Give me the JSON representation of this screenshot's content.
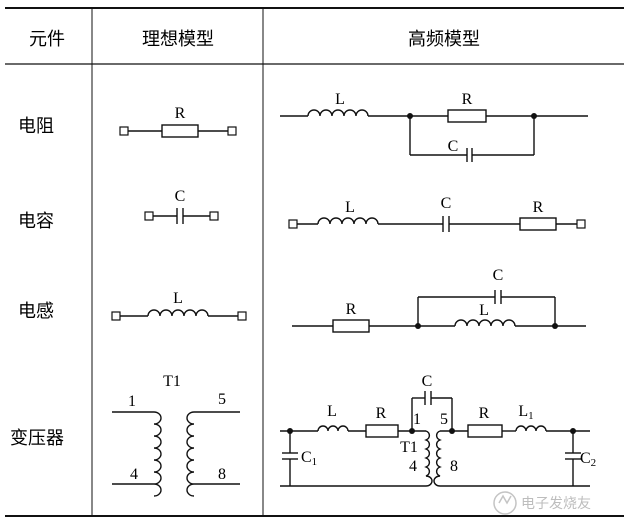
{
  "table": {
    "headers": {
      "component": "元件",
      "ideal": "理想模型",
      "high_freq": "高频模型"
    },
    "rows": [
      {
        "label": "电阻"
      },
      {
        "label": "电容"
      },
      {
        "label": "电感"
      },
      {
        "label": "变压器"
      }
    ]
  },
  "symbols": {
    "R": "R",
    "C": "C",
    "L": "L",
    "T1": "T1",
    "L1": "L",
    "L1_sub": "1",
    "C1": "C",
    "C1_sub": "1",
    "C2": "C",
    "C2_sub": "2",
    "pin1": "1",
    "pin4": "4",
    "pin5": "5",
    "pin8": "8"
  },
  "watermark": "电子发烧友"
}
